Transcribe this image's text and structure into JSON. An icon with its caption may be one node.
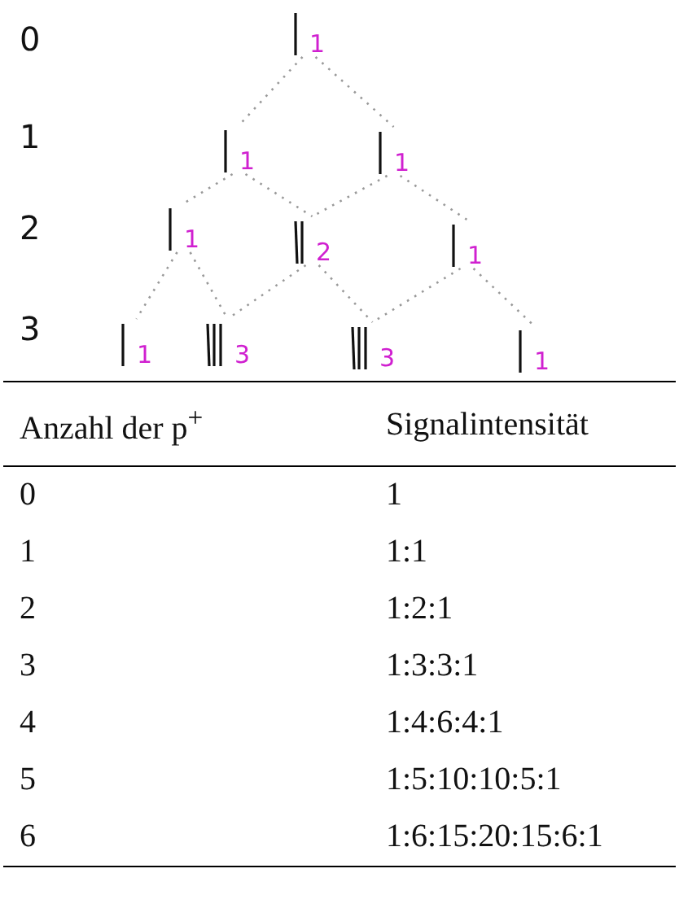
{
  "diagram": {
    "nodes": [
      {
        "text": [
          "1"
        ]
      },
      {
        "text": [
          "1"
        ]
      },
      {
        "text": [
          "1"
        ]
      },
      {
        "text": [
          "1"
        ]
      },
      {
        "text": [
          "2"
        ]
      },
      {
        "text": [
          "1"
        ]
      },
      {
        "text": [
          "1"
        ]
      },
      {
        "text": [
          "3"
        ]
      },
      {
        "text": [
          "3"
        ]
      },
      {
        "text": [
          "1"
        ]
      }
    ],
    "edges": [
      {
        "from": 0,
        "to": 1,
        "arrow": "none",
        "style": "dashed"
      },
      {
        "from": 0,
        "to": 2,
        "arrow": "none",
        "style": "dashed"
      },
      {
        "from": 1,
        "to": 3,
        "arrow": "none",
        "style": "dashed"
      },
      {
        "from": 1,
        "to": 4,
        "arrow": "none",
        "style": "dashed"
      },
      {
        "from": 2,
        "to": 4,
        "arrow": "none",
        "style": "dashed"
      },
      {
        "from": 2,
        "to": 5,
        "arrow": "none",
        "style": "dashed"
      },
      {
        "from": 3,
        "to": 6,
        "arrow": "none",
        "style": "dashed"
      },
      {
        "from": 3,
        "to": 7,
        "arrow": "none",
        "style": "dashed"
      },
      {
        "from": 4,
        "to": 7,
        "arrow": "none",
        "style": "dashed"
      },
      {
        "from": 4,
        "to": 8,
        "arrow": "none",
        "style": "dashed"
      },
      {
        "from": 5,
        "to": 8,
        "arrow": "none",
        "style": "dashed"
      },
      {
        "from": 5,
        "to": 9,
        "arrow": "none",
        "style": "dashed"
      }
    ],
    "labels": [
      "0",
      "1",
      "2",
      "3",
      "Anzahl der p$^{+}$",
      "Signalintensität",
      "0",
      "1",
      "1",
      "1:1",
      "2",
      "1:2:1",
      "3",
      "1:3:3:1",
      "4",
      "1:4:6:4:1",
      "5",
      "1:5:10:10:5:1",
      "6",
      "1:6:15:20:15:6:1"
    ]
  }
}
